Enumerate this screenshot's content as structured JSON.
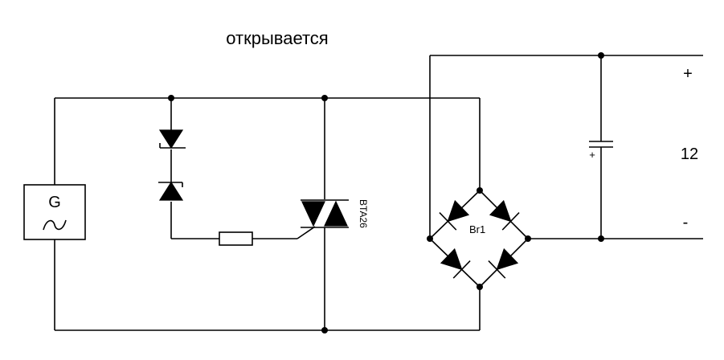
{
  "diagram": {
    "title": "открывается",
    "generator": {
      "letter": "G",
      "symbol": "∿"
    },
    "triac_label": "BTA26",
    "bridge_label": "Br1",
    "capacitor_polarity": "+",
    "output": {
      "plus": "+",
      "voltage": "12",
      "minus": "-"
    },
    "colors": {
      "ink": "#000000",
      "background": "#ffffff"
    }
  }
}
